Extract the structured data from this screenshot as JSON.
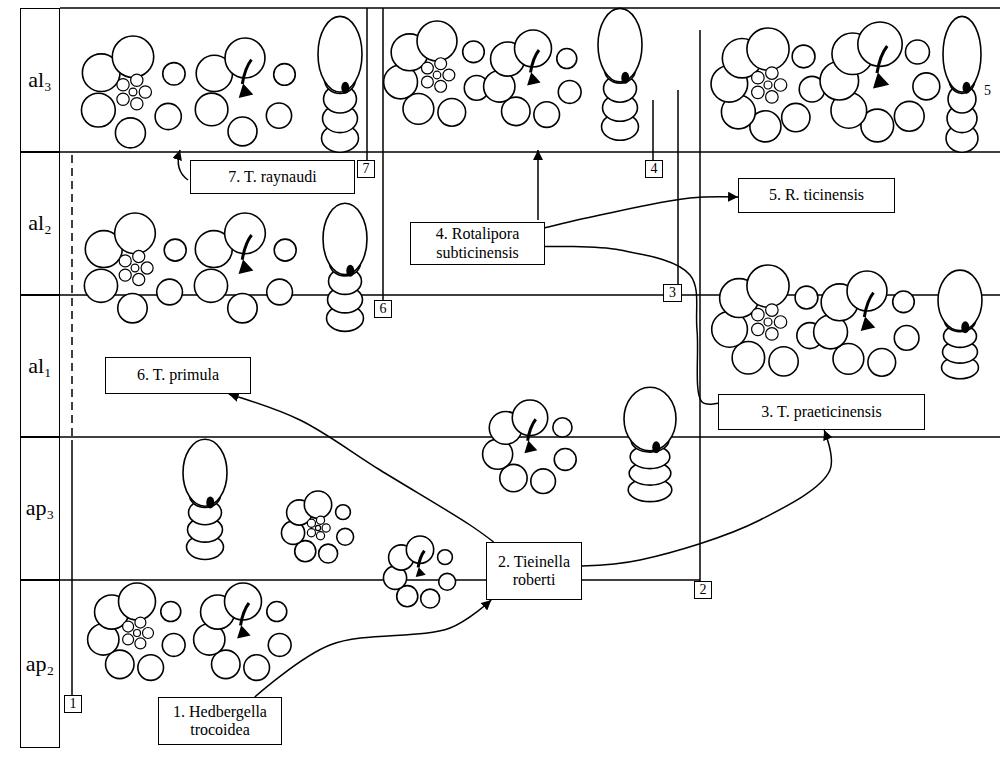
{
  "diagram": {
    "nodes": [
      {
        "text": [
          "al₃"
        ]
      },
      {
        "text": [
          "al₂"
        ]
      },
      {
        "text": [
          "al₁"
        ]
      },
      {
        "text": [
          "ap₃"
        ]
      },
      {
        "text": [
          "ap₂"
        ]
      },
      {
        "text": [
          "1. Hedbergella trocoidea"
        ]
      },
      {
        "text": [
          "2. Tieinella roberti"
        ]
      },
      {
        "text": [
          "3. T. praeticinensis"
        ]
      },
      {
        "text": [
          "4. Rotalipora subticinensis"
        ]
      },
      {
        "text": [
          "5. R. ticinensis"
        ]
      },
      {
        "text": [
          "6. T. primula"
        ]
      },
      {
        "text": [
          "7. T. raynaudi"
        ]
      },
      {
        "text": [
          "1"
        ]
      },
      {
        "text": [
          "2"
        ]
      },
      {
        "text": [
          "3"
        ]
      },
      {
        "text": [
          "4"
        ]
      },
      {
        "text": [
          "6"
        ]
      },
      {
        "text": [
          "7"
        ]
      }
    ],
    "edges": [
      {
        "from": 5,
        "to": 6,
        "arrow": "to"
      },
      {
        "from": 6,
        "to": 10,
        "arrow": "to"
      },
      {
        "from": 6,
        "to": 7,
        "arrow": "to"
      },
      {
        "from": 7,
        "to": 8,
        "arrow": "none"
      },
      {
        "from": 8,
        "to": 9,
        "arrow": "to"
      }
    ],
    "labels": [
      "5"
    ]
  }
}
